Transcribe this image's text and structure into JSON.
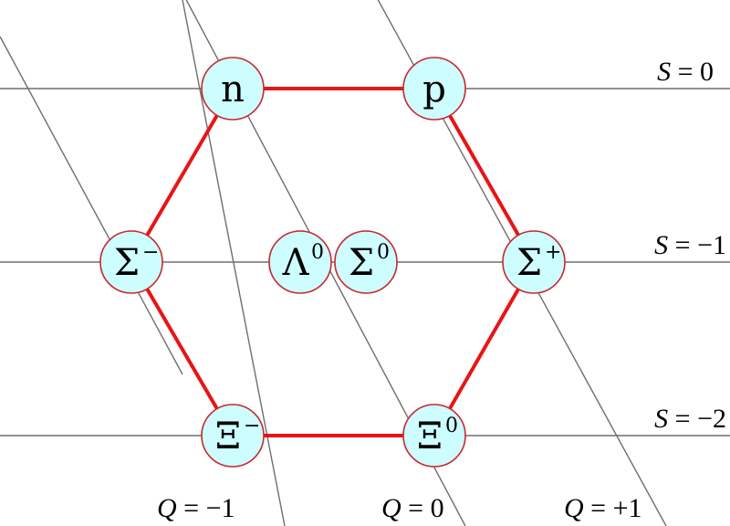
{
  "strangeness_labels": [
    {
      "var": "S",
      "text": " = 0"
    },
    {
      "var": "S",
      "text": " = −1"
    },
    {
      "var": "S",
      "text": " = −2"
    }
  ],
  "charge_labels": [
    {
      "var": "Q",
      "text": " = −1"
    },
    {
      "var": "Q",
      "text": " = 0"
    },
    {
      "var": "Q",
      "text": " = +1"
    }
  ],
  "particles": [
    {
      "id": "n",
      "symbol": "n",
      "charge": ""
    },
    {
      "id": "p",
      "symbol": "p",
      "charge": ""
    },
    {
      "id": "sigma-minus",
      "symbol": "Σ",
      "charge": "−"
    },
    {
      "id": "lambda-0",
      "symbol": "Λ",
      "charge": "0"
    },
    {
      "id": "sigma-0",
      "symbol": "Σ",
      "charge": "0"
    },
    {
      "id": "sigma-plus",
      "symbol": "Σ",
      "charge": "+"
    },
    {
      "id": "xi-minus",
      "symbol": "Ξ",
      "charge": "−"
    },
    {
      "id": "xi-0",
      "symbol": "Ξ",
      "charge": "0"
    }
  ],
  "colors": {
    "edge": "#e81416",
    "node_fill": "#cdfdff",
    "node_stroke": "#c8282c",
    "grid": "#6e6e6e"
  }
}
